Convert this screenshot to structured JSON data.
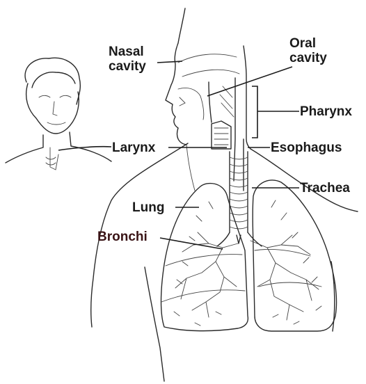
{
  "colors": {
    "ink": "#1a1a1a",
    "label_default": "#1a1a1a",
    "label_bronchi": "#3a1416",
    "background": "#ffffff"
  },
  "labels": {
    "nasal_cavity_line1": "Nasal",
    "nasal_cavity_line2": "cavity",
    "oral_cavity_line1": "Oral",
    "oral_cavity_line2": "cavity",
    "pharynx": "Pharynx",
    "larynx": "Larynx",
    "esophagus": "Esophagus",
    "trachea": "Trachea",
    "lung": "Lung",
    "bronchi": "Bronchi"
  }
}
